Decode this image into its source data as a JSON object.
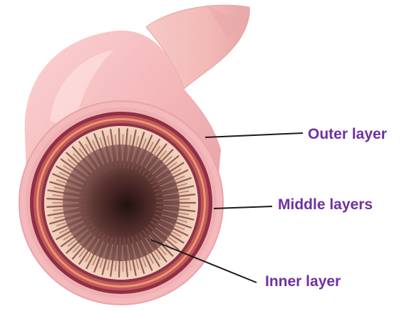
{
  "diagram": {
    "labels": {
      "outer": "Outer layer",
      "middle": "Middle layers",
      "inner": "Inner layer"
    },
    "colors": {
      "label_text": "#7030a0",
      "leader_line": "#1a1a1a",
      "tube_outer": "#f2b8bb",
      "tube_shadow": "#dc8f96",
      "ring_dark": "#8f2f45",
      "ring_red": "#c4575c",
      "ring_orange": "#e79a6e",
      "inner_lining": "#f0c7ae",
      "lumen_center": "#2a1515",
      "lumen_edge": "#8a5d5a"
    }
  }
}
